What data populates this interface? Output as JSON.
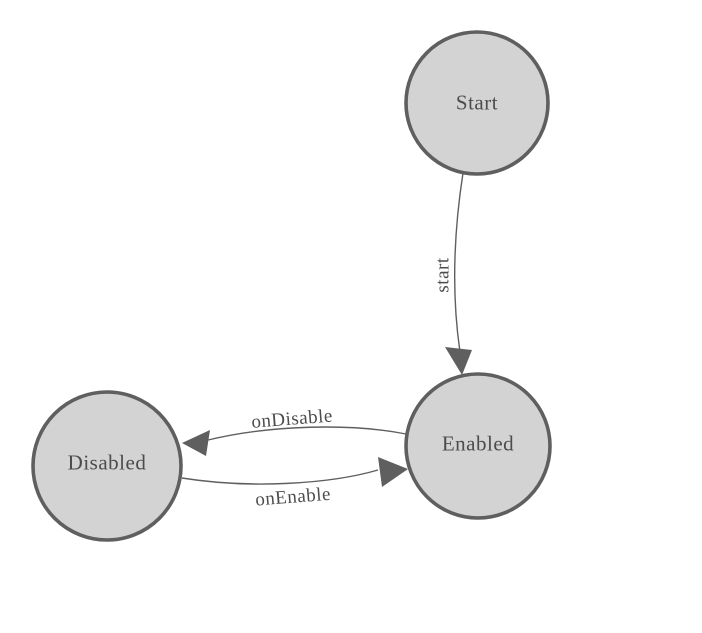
{
  "diagram": {
    "type": "state-machine",
    "colors": {
      "background": "#ffffff",
      "node_fill": "#d3d3d3",
      "node_stroke": "#5f5f5f",
      "edge_stroke": "#5f5f5f",
      "arrowhead_fill": "#5f5f5f",
      "text": "#4c4c4c"
    },
    "nodes": {
      "start": {
        "label": "Start"
      },
      "enabled": {
        "label": "Enabled"
      },
      "disabled": {
        "label": "Disabled"
      }
    },
    "edges": {
      "start_to_enabled": {
        "from": "Start",
        "to": "Enabled",
        "label": "start"
      },
      "enabled_to_disabled": {
        "from": "Enabled",
        "to": "Disabled",
        "label": "onDisable"
      },
      "disabled_to_enabled": {
        "from": "Disabled",
        "to": "Enabled",
        "label": "onEnable"
      }
    }
  }
}
